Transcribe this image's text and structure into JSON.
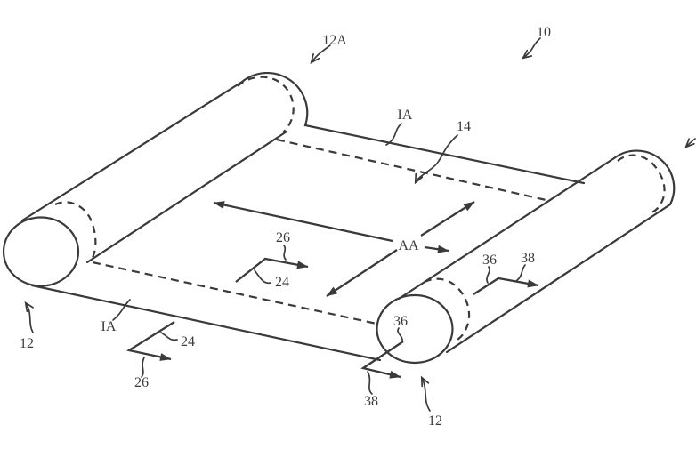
{
  "figure": {
    "type": "patent-line-drawing",
    "description": "Isometric view of a rollable flexible display extended between two rollers",
    "background_color": "#ffffff",
    "line_color": "#3a3a3a",
    "labels": [
      {
        "id": "ref-12a-top",
        "text": "12A"
      },
      {
        "id": "ref-10",
        "text": "10"
      },
      {
        "id": "ref-1a-top",
        "text": "IA"
      },
      {
        "id": "ref-14",
        "text": "14"
      },
      {
        "id": "ref-aa",
        "text": "AA"
      },
      {
        "id": "ref-26-middle",
        "text": "26"
      },
      {
        "id": "ref-24-middle",
        "text": "24"
      },
      {
        "id": "ref-36-upper-right",
        "text": "36"
      },
      {
        "id": "ref-38-upper-right",
        "text": "38"
      },
      {
        "id": "ref-36-roller-face",
        "text": "36"
      },
      {
        "id": "ref-38-lower",
        "text": "38"
      },
      {
        "id": "ref-12-lower-right",
        "text": "12"
      },
      {
        "id": "ref-12-lower-left",
        "text": "12"
      },
      {
        "id": "ref-1a-bottom",
        "text": "IA"
      },
      {
        "id": "ref-24-lower-left",
        "text": "24"
      },
      {
        "id": "ref-26-lower-left",
        "text": "26"
      }
    ]
  }
}
